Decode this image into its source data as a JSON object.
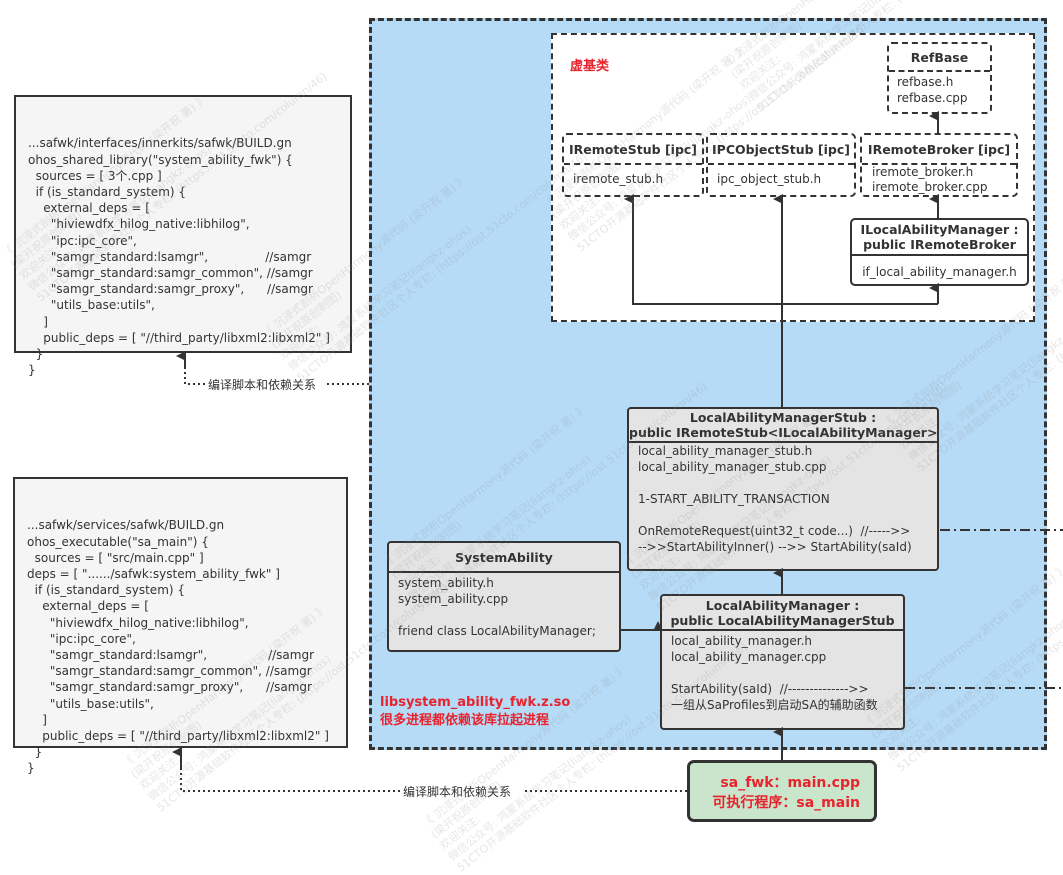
{
  "build_gn_fwk": {
    "lines": [
      "...safwk/interfaces/innerkits/safwk/BUILD.gn",
      "ohos_shared_library(\"system_ability_fwk\") {",
      "  sources = [ 3个.cpp ]",
      "  if (is_standard_system) {",
      "    external_deps = [",
      "      \"hiviewdfx_hilog_native:libhilog\",",
      "      \"ipc:ipc_core\",",
      "      \"samgr_standard:lsamgr\",               //samgr",
      "      \"samgr_standard:samgr_common\", //samgr",
      "      \"samgr_standard:samgr_proxy\",      //samgr",
      "      \"utils_base:utils\",",
      "    ]",
      "    public_deps = [ \"//third_party/libxml2:libxml2\" ]",
      "  }",
      "}"
    ]
  },
  "build_gn_main": {
    "lines": [
      "...safwk/services/safwk/BUILD.gn",
      "ohos_executable(\"sa_main\") {",
      "  sources = [ \"src/main.cpp\" ]",
      "deps = [ \"....../safwk:system_ability_fwk\" ]",
      "  if (is_standard_system) {",
      "    external_deps = [",
      "      \"hiviewdfx_hilog_native:libhilog\",",
      "      \"ipc:ipc_core\",",
      "      \"samgr_standard:lsamgr\",                //samgr",
      "      \"samgr_standard:samgr_common\", //samgr",
      "      \"samgr_standard:samgr_proxy\",      //samgr",
      "      \"utils_base:utils\",",
      "    ]",
      "    public_deps = [ \"//third_party/libxml2:libxml2\" ]",
      "  }",
      "}"
    ]
  },
  "edge_labels": {
    "build_dep_top": "编译脚本和依赖关系",
    "build_dep_bottom": "编译脚本和依赖关系"
  },
  "virtual_base": {
    "title": "虚基类",
    "refbase": {
      "header": "RefBase",
      "body": "refbase.h\nrefbase.cpp"
    },
    "iremote_stub": {
      "header": "IRemoteStub [ipc]",
      "body": "iremote_stub.h"
    },
    "ipc_object_stub": {
      "header": "IPCObjectStub [ipc]",
      "body": "ipc_object_stub.h"
    },
    "iremote_broker": {
      "header": "IRemoteBroker [ipc]",
      "body": "iremote_broker.h\niremote_broker.cpp"
    },
    "ilocal_ability_manager": {
      "header": "ILocalAbilityManager :\npublic IRemoteBroker",
      "body": "if_local_ability_manager.h"
    }
  },
  "lam_stub": {
    "header": "LocalAbilityManagerStub :\npublic IRemoteStub<ILocalAbilityManager>",
    "body": "local_ability_manager_stub.h\nlocal_ability_manager_stub.cpp\n\n1-START_ABILITY_TRANSACTION\n\nOnRemoteRequest(uint32_t code...)  //----->>\n-->>StartAbilityInner() -->> StartAbility(saId)"
  },
  "system_ability": {
    "header": "SystemAbility",
    "body": "system_ability.h\nsystem_ability.cpp\n\nfriend class LocalAbilityManager;"
  },
  "lam": {
    "header": "LocalAbilityManager :\npublic LocalAbilityManagerStub",
    "body": "local_ability_manager.h\nlocal_ability_manager.cpp\n\nStartAbility(saId)  //-------------->>\n一组从SaProfiles到启动SA的辅助函数"
  },
  "lib_note": {
    "line1": "libsystem_ability_fwk.z.so",
    "line2": "很多进程都依赖该库拉起进程"
  },
  "sa_fwk": {
    "line1": "sa_fwk：main.cpp",
    "line2": "可执行程序：sa_main"
  },
  "watermark": {
    "lines": [
      "《 沉浸式剖析OpenHarmony源代码 (梁开祝 著) 》",
      "(梁开祝原创制图)",
      "欢迎关注:",
      "微信公众号: 鸿蒙系统学习笔记(liangkz-ohos)",
      "51CTO开源基础软件社区个人专栏: (https://ost.51cto.com/column/46)"
    ]
  },
  "colors": {
    "container_blue": "#b6dbf7",
    "class_grey": "#e4e4e4",
    "green_box": "#c9e6cc",
    "accent_red": "#e8232d",
    "line": "#333333"
  }
}
